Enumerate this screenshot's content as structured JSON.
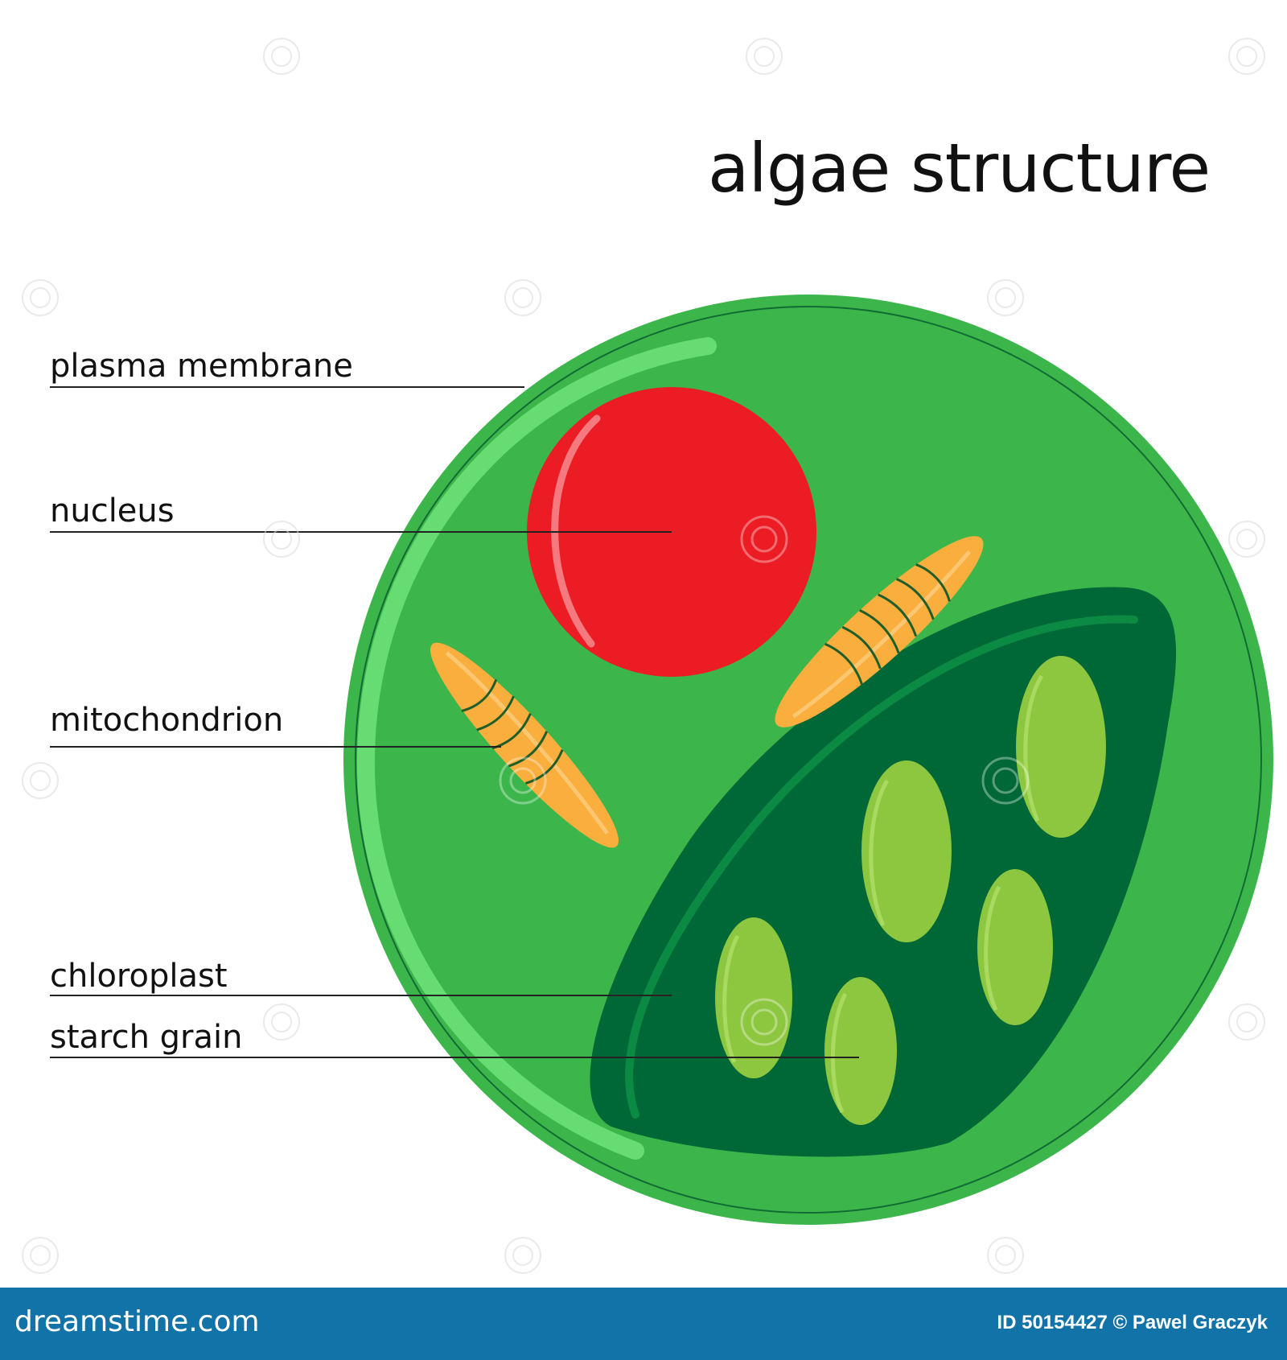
{
  "title": "algae structure",
  "labels": {
    "plasma_membrane": "plasma membrane",
    "nucleus": "nucleus",
    "mitochondrion": "mitochondrion",
    "chloroplast": "chloroplast",
    "starch_grain": "starch grain"
  },
  "watermark": "dreamstime",
  "footer": {
    "logo": "dreamstime.com",
    "credit": "ID 50154427 © Pawel Graczyk"
  },
  "colors": {
    "cell": "#3cb64b",
    "cell_rim_highlight": "#66dc72",
    "membrane_line": "#136b34",
    "nucleus": "#ec1c24",
    "mitochondrion": "#f9ae3e",
    "chloroplast": "#006837",
    "starch_grain": "#8dc63f",
    "footer": "#1273a8"
  }
}
